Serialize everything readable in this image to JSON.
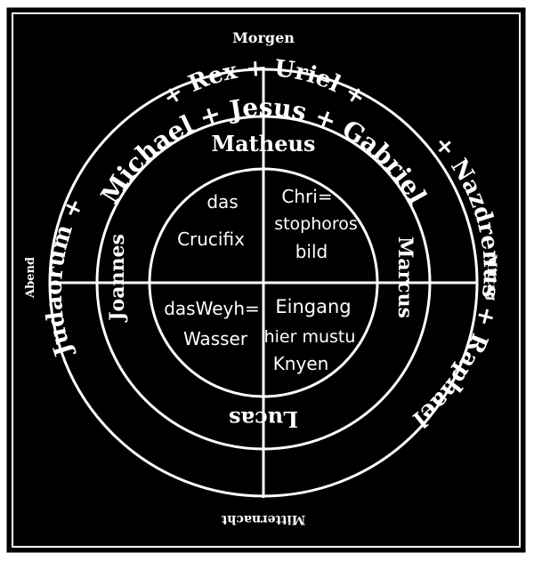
{
  "colors": {
    "background": "#000000",
    "ink": "#ffffff",
    "page": "#ffffff"
  },
  "directions": {
    "top": "Morgen",
    "right": "Mittag",
    "bottom": "Mitternacht",
    "left": "Abend"
  },
  "outer_ring": {
    "top": "Michael + Jesus + Gabriel",
    "right": "+ Nazdrenus + Raphael",
    "bottom": "+ Rex + Uriel +",
    "left": "Judaorum +"
  },
  "middle_ring": {
    "top": "Matheus",
    "right": "Marcus",
    "bottom": "Lucas",
    "left": "Joannes"
  },
  "inner_quadrants": {
    "top_left": [
      "das",
      "Crucifix"
    ],
    "top_right": [
      "Chri=",
      "stophoros",
      "bild"
    ],
    "bottom_left": [
      "dasWeyh=",
      "Wasser"
    ],
    "bottom_right": [
      "Eingang",
      "hier mustu",
      "Knyen"
    ]
  }
}
